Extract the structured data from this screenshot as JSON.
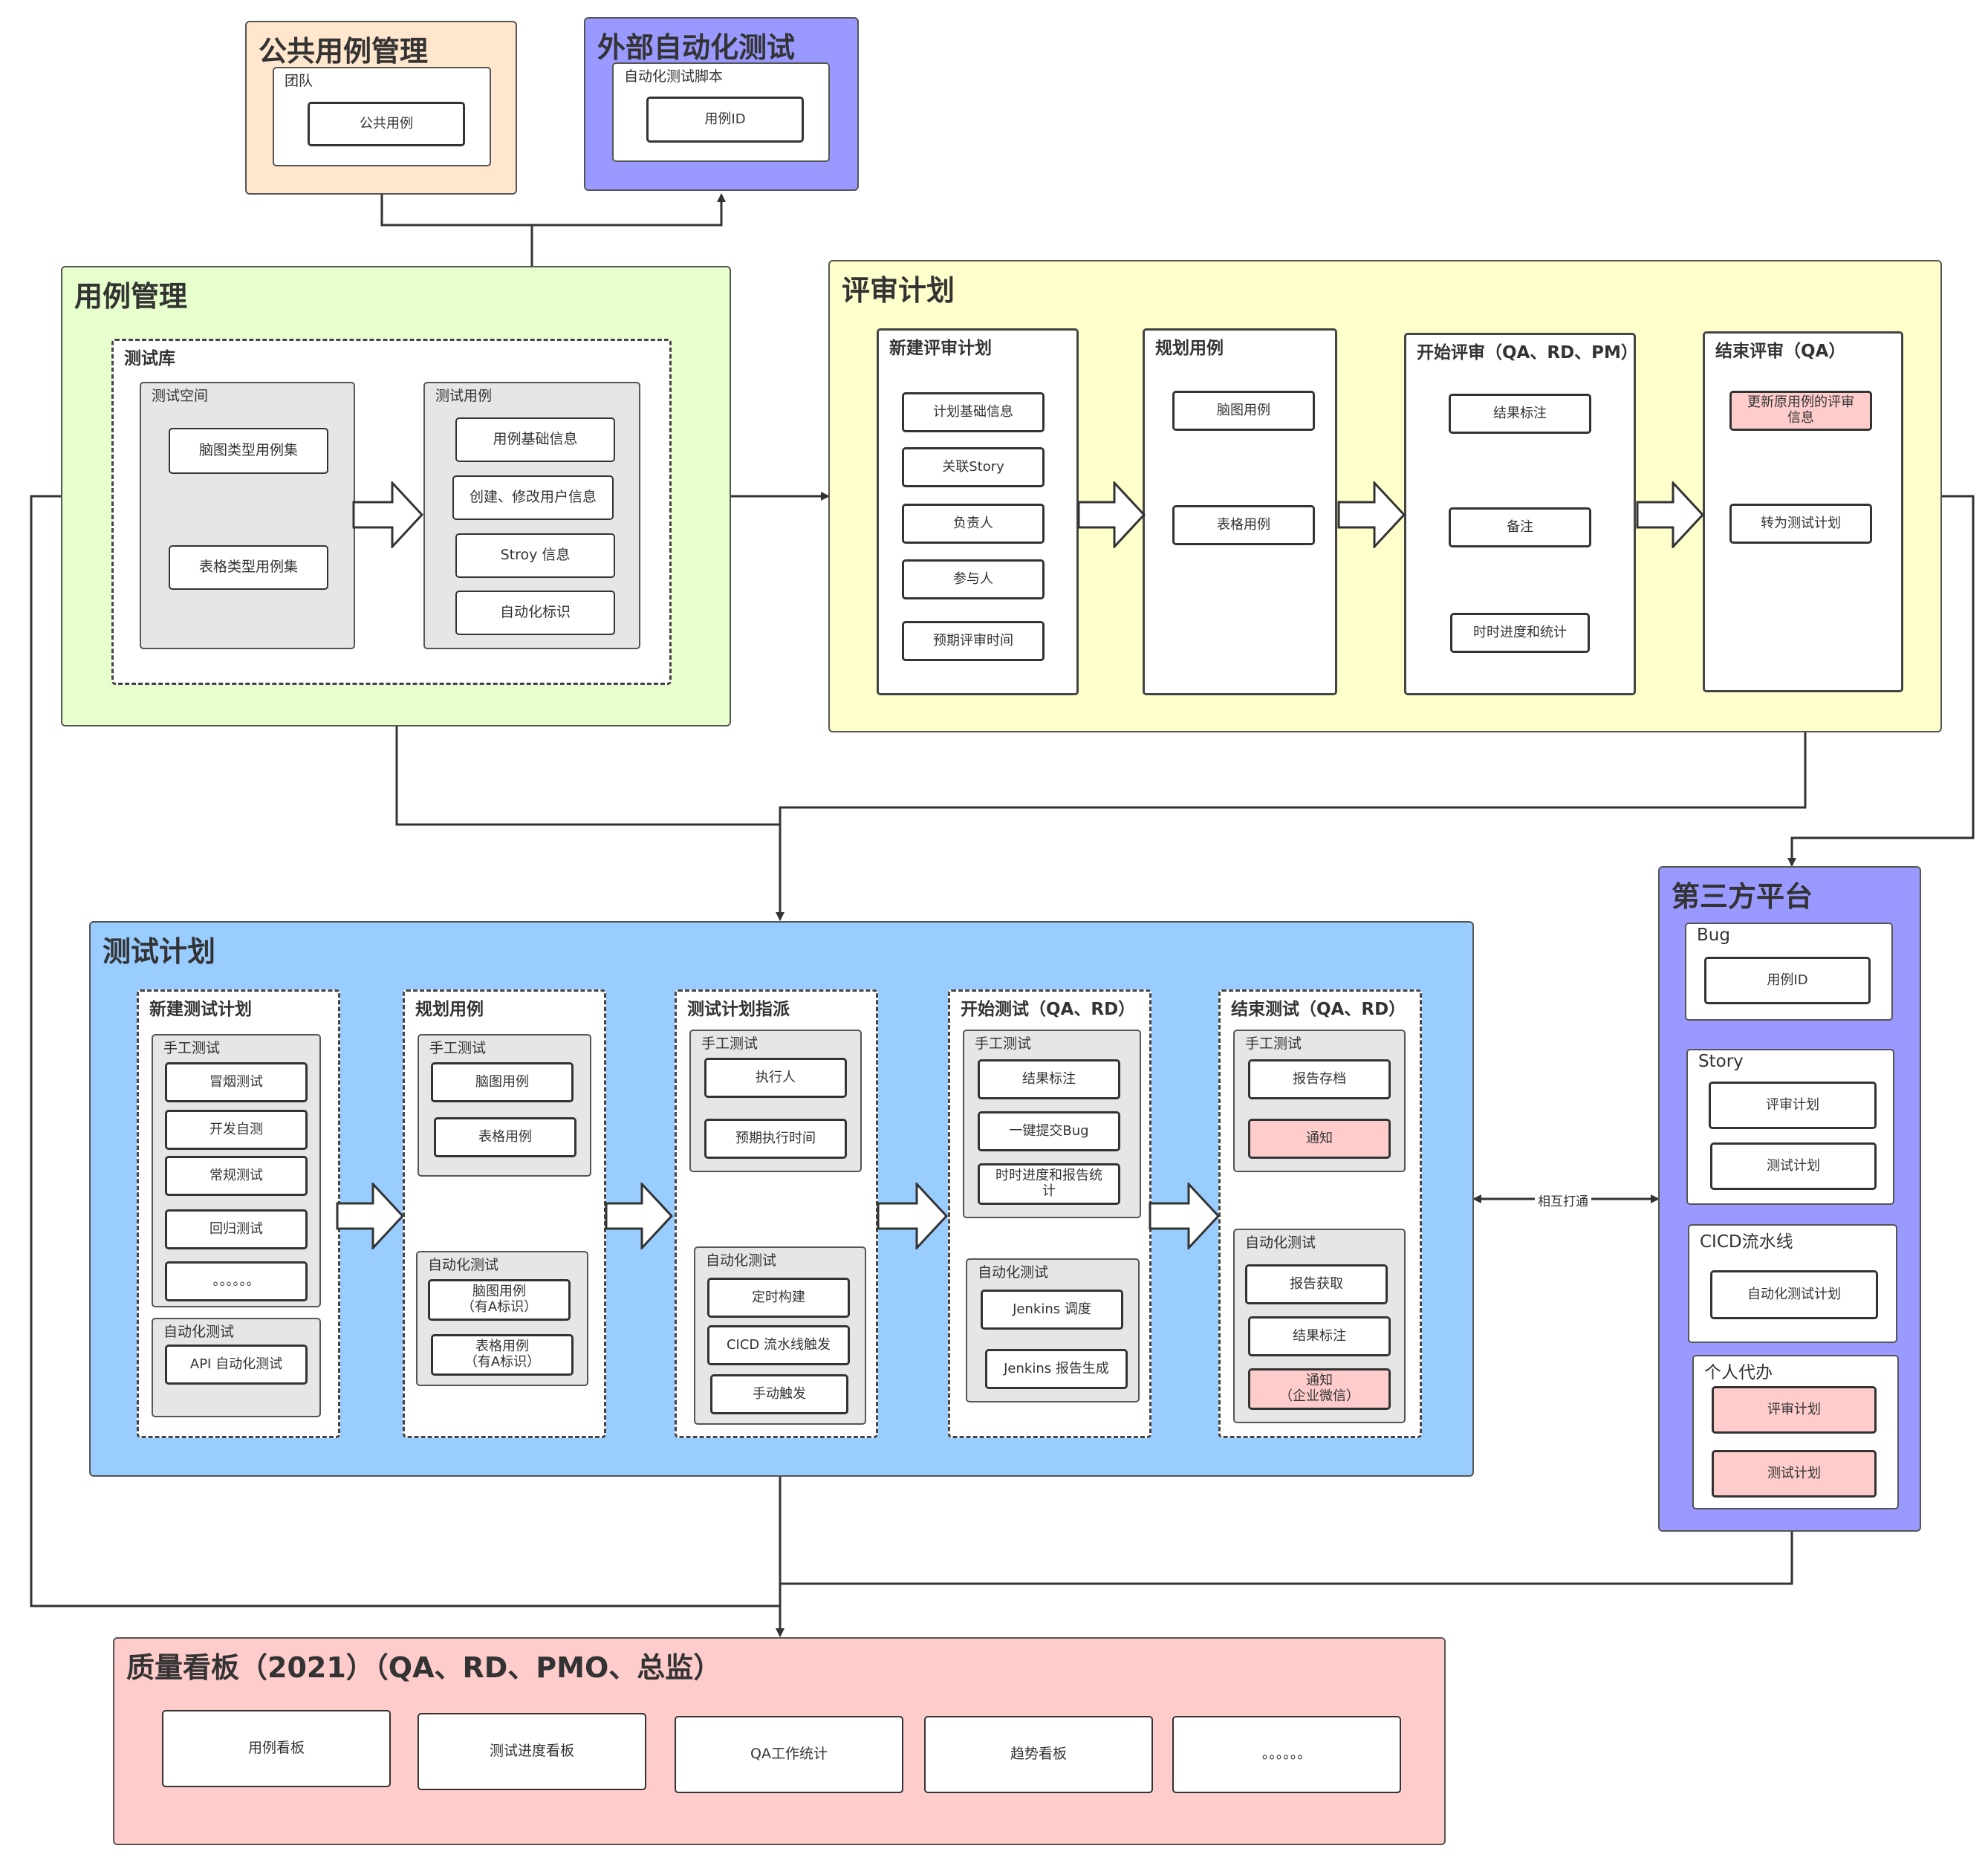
{
  "colors": {
    "public_cases": "#ffe6cc",
    "external_auto": "#9999ff",
    "case_mgmt": "#e6ffcc",
    "review_plan": "#ffffcc",
    "test_plan": "#99ccff",
    "third_party": "#9999ff",
    "quality_board": "#ffcccc",
    "inner_gray": "#e6e6e6",
    "highlight": "#ffcccc"
  },
  "public_cases": {
    "title": "公共用例管理",
    "team": {
      "label": "团队",
      "item": "公共用例"
    }
  },
  "external_auto": {
    "title": "外部自动化测试",
    "script": {
      "label": "自动化测试脚本",
      "item": "用例ID"
    }
  },
  "case_mgmt": {
    "title": "用例管理",
    "library": {
      "label": "测试库",
      "space": {
        "label": "测试空间",
        "items": [
          "脑图类型用例集",
          "表格类型用例集"
        ]
      },
      "cases": {
        "label": "测试用例",
        "items": [
          "用例基础信息",
          "创建、修改用户信息",
          "Stroy 信息",
          "自动化标识"
        ]
      }
    }
  },
  "review_plan": {
    "title": "评审计划",
    "new_plan": {
      "label": "新建评审计划",
      "items": [
        "计划基础信息",
        "关联Story",
        "负责人",
        "参与人",
        "预期评审时间"
      ]
    },
    "plan_cases": {
      "label": "规划用例",
      "items": [
        "脑图用例",
        "表格用例"
      ]
    },
    "start_review": {
      "label": "开始评审（QA、RD、PM）",
      "items": [
        "结果标注",
        "备注",
        "时时进度和统计"
      ]
    },
    "end_review": {
      "label": "结束评审（QA）",
      "items": [
        "更新原用例的评审\n信息",
        "转为测试计划"
      ]
    }
  },
  "test_plan": {
    "title": "测试计划",
    "new_plan": {
      "label": "新建测试计划",
      "manual": {
        "label": "手工测试",
        "items": [
          "冒烟测试",
          "开发自测",
          "常规测试",
          "回归测试",
          "。。。。。。"
        ]
      },
      "auto": {
        "label": "自动化测试",
        "items": [
          "API 自动化测试"
        ]
      }
    },
    "plan_cases": {
      "label": "规划用例",
      "manual": {
        "label": "手工测试",
        "items": [
          "脑图用例",
          "表格用例"
        ]
      },
      "auto": {
        "label": "自动化测试",
        "items": [
          "脑图用例\n（有A标识）",
          "表格用例\n（有A标识）"
        ]
      }
    },
    "assign": {
      "label": "测试计划指派",
      "manual": {
        "label": "手工测试",
        "items": [
          "执行人",
          "预期执行时间"
        ]
      },
      "auto": {
        "label": "自动化测试",
        "items": [
          "定时构建",
          "CICD 流水线触发",
          "手动触发"
        ]
      }
    },
    "start_test": {
      "label": "开始测试（QA、RD）",
      "manual": {
        "label": "手工测试",
        "items": [
          "结果标注",
          "一键提交Bug",
          "时时进度和报告统\n计"
        ]
      },
      "auto": {
        "label": "自动化测试",
        "items": [
          "Jenkins 调度",
          "Jenkins 报告生成"
        ]
      }
    },
    "end_test": {
      "label": "结束测试（QA、RD）",
      "manual": {
        "label": "手工测试",
        "items": [
          "报告存档",
          "通知"
        ]
      },
      "auto": {
        "label": "自动化测试",
        "items": [
          "报告获取",
          "结果标注",
          "通知\n（企业微信）"
        ]
      }
    }
  },
  "third_party": {
    "title": "第三方平台",
    "bug": {
      "label": "Bug",
      "items": [
        "用例ID"
      ]
    },
    "story": {
      "label": "Story",
      "items": [
        "评审计划",
        "测试计划"
      ]
    },
    "cicd": {
      "label": "CICD流水线",
      "items": [
        "自动化测试计划"
      ]
    },
    "todo": {
      "label": "个人代办",
      "items": [
        "评审计划",
        "测试计划"
      ]
    }
  },
  "mutual_label": "相互打通",
  "quality_board": {
    "title": "质量看板（2021）（QA、RD、PMO、总监）",
    "items": [
      "用例看板",
      "测试进度看板",
      "QA工作统计",
      "趋势看板",
      "。。。。。。"
    ]
  }
}
